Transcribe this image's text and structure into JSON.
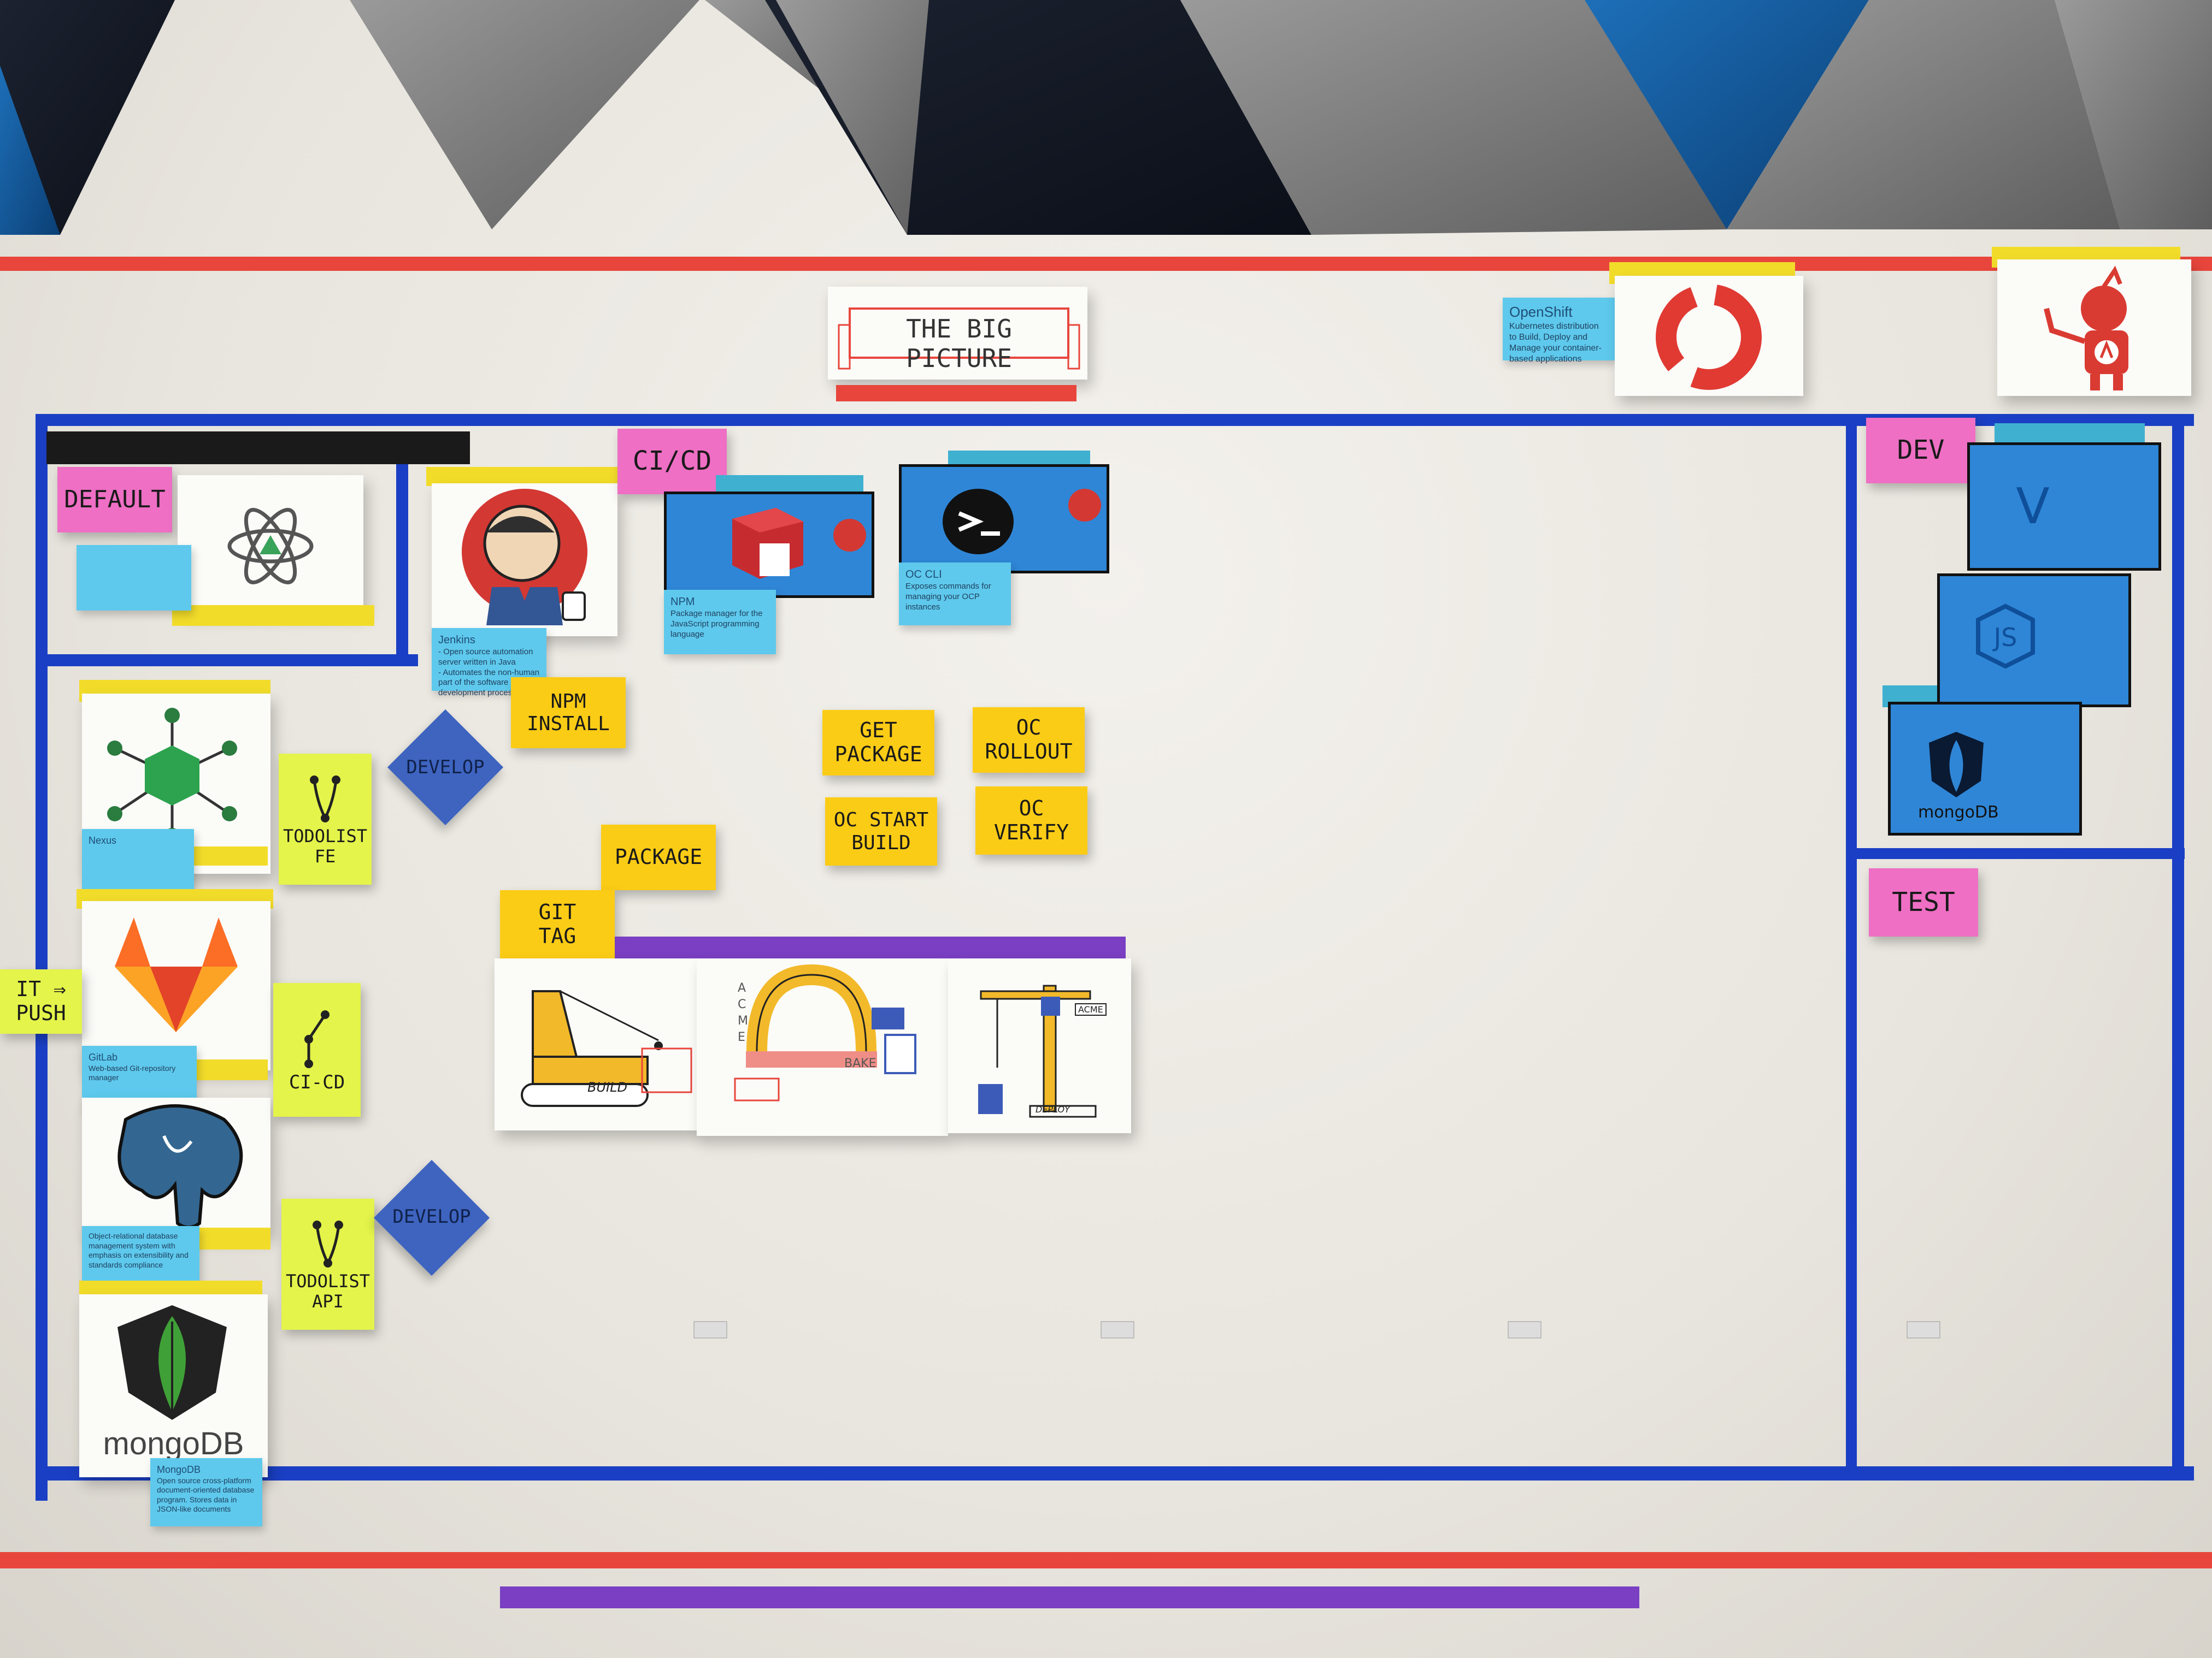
{
  "banner": {
    "title": "THE BIG PICTURE"
  },
  "openshift": {
    "title": "OpenShift",
    "description": "Kubernetes distribution to Build, Deploy and Manage your container-based applications"
  },
  "sections": {
    "default": "DEFAULT",
    "cicd": "CI/CD",
    "dev": "DEV",
    "test": "TEST"
  },
  "default_section": {
    "note_title": "",
    "note_text": ""
  },
  "jenkins": {
    "note_title": "Jenkins",
    "note_text": "- Open source automation server written in Java\n- Automates the non-human part of the software development process"
  },
  "npm": {
    "note_title": "NPM",
    "note_text": "Package manager for the JavaScript programming language"
  },
  "oc_cli": {
    "note_title": "OC CLI",
    "note_text": "Exposes commands for managing your OCP instances"
  },
  "nexus": {
    "note_title": "Nexus",
    "note_text": ""
  },
  "gitlab": {
    "note_title": "GitLab",
    "note_text": "Web-based Git-repository manager"
  },
  "postgres": {
    "note_text": "Object-relational database management system with emphasis on extensibility and standards compliance"
  },
  "mongodb": {
    "logo_text": "mongoDB",
    "note_title": "MongoDB",
    "note_text": "Open source cross-platform document-oriented database program. Stores data in JSON-like documents"
  },
  "stickies": {
    "git_push": "IT ⇒\nPUSH",
    "todolist_fe": "TODOLIST\nFE",
    "ci_cd": "CI-CD",
    "todolist_api": "TODOLIST\nAPI",
    "npm_install": "NPM\nINSTALL",
    "package": "PACKAGE",
    "git_tag": "GIT\nTAG",
    "get_package": "GET\nPACKAGE",
    "oc_start_build": "OC START\nBUILD",
    "oc_rollout": "OC\nROLLOUT",
    "oc_verify": "OC\nVERIFY"
  },
  "diamonds": {
    "develop_top": "DEVELOP",
    "develop_bottom": "DEVELOP"
  },
  "acme": {
    "build_label": "BUILD",
    "bake_vertical": "ACME",
    "bake_label": "BAKE",
    "deploy_label": "DEPLOY",
    "deploy_sign": "ACME"
  },
  "dev_containers": {
    "vue": "V",
    "node": "JS",
    "mongo": "mongoDB"
  },
  "colors": {
    "red_tape": "#e8463c",
    "blue_tape": "#1a3fc4",
    "purple_tape": "#7a3fc2",
    "pink_sticky": "#ee6fc4",
    "yellow_sticky": "#fbcc16",
    "lime_sticky": "#e4f44a",
    "cyan_note": "#5ec9ec"
  }
}
